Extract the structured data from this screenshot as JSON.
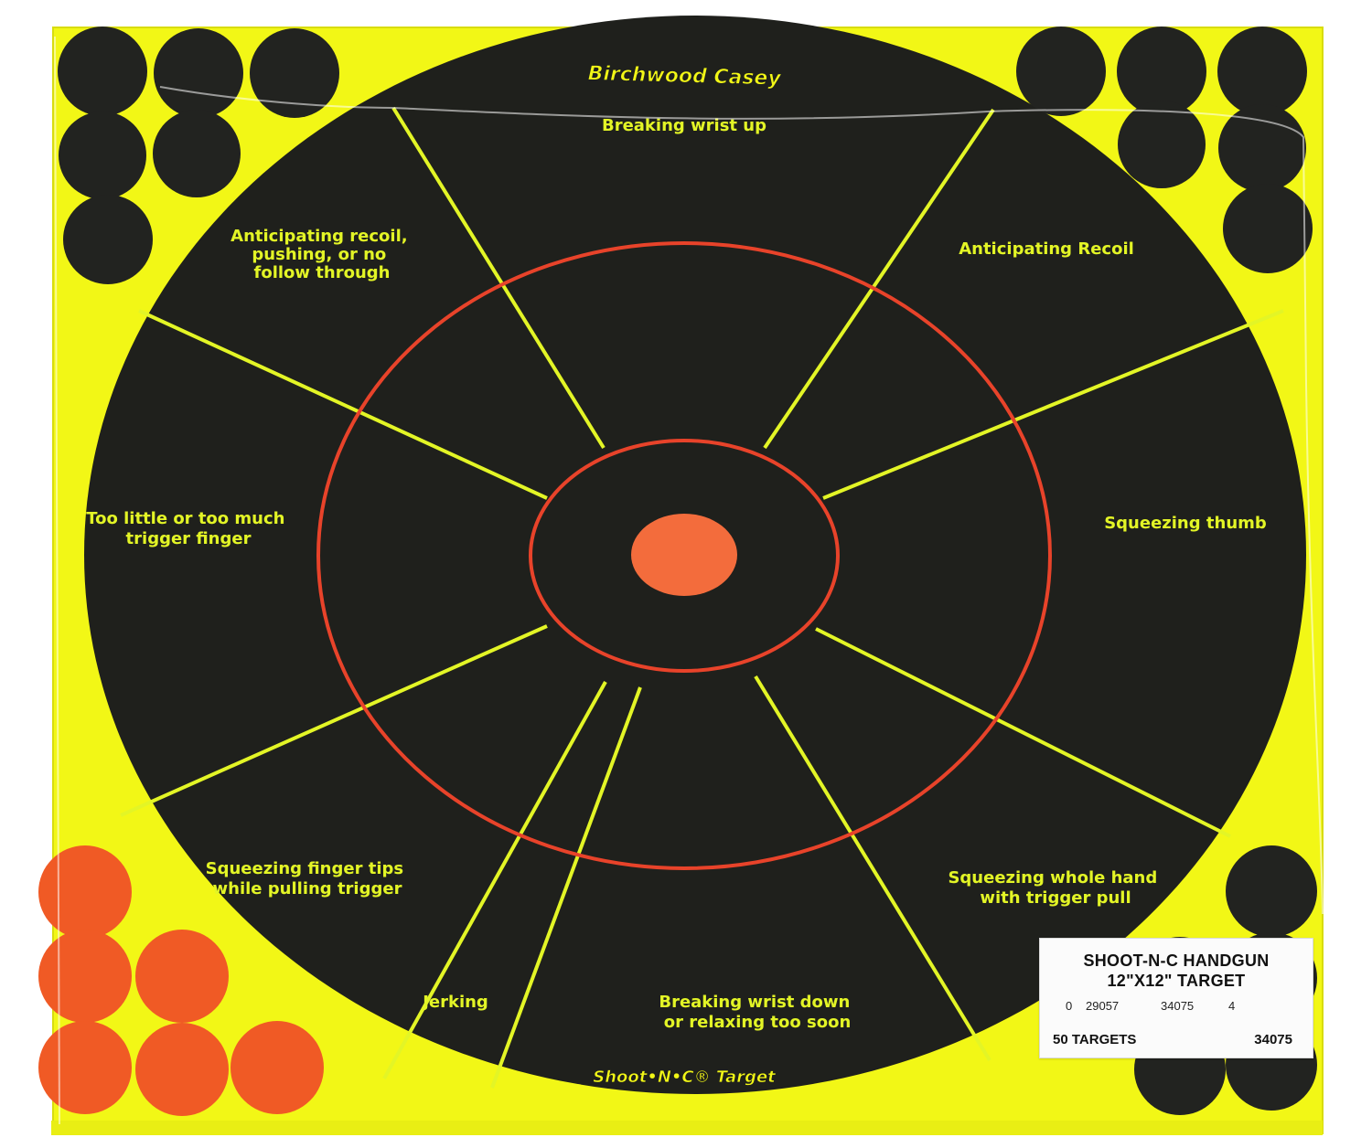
{
  "brand_top": "Birchwood Casey",
  "brand_bottom": "Shoot•N•C® Target",
  "segment_labels": {
    "breaking_wrist_up": [
      "Breaking wrist up"
    ],
    "anticipating_recoil": [
      "Anticipating Recoil"
    ],
    "squeezing_thumb": [
      "Squeezing thumb"
    ],
    "squeezing_whole_hand": [
      "Squeezing whole hand",
      "with trigger pull"
    ],
    "breaking_wrist_down": [
      "Breaking wrist down",
      "or relaxing too soon"
    ],
    "jerking": [
      "Jerking"
    ],
    "squeezing_finger_tips": [
      "Squeezing finger tips",
      "while pulling trigger"
    ],
    "too_little_too_much": [
      "Too little or too much",
      "trigger finger"
    ],
    "anticipating_recoil_pushing": [
      "Anticipating recoil,",
      "pushing, or no",
      "follow through"
    ]
  },
  "package_label": {
    "line1": "SHOOT-N-C HANDGUN",
    "line2": "12\"X12\" TARGET",
    "barcode_digits": [
      "0",
      "29057",
      "34075",
      "4"
    ],
    "count": "50 TARGETS",
    "code": "34075"
  },
  "colors": {
    "background": "#f2f716",
    "target_black": "#1f201c",
    "divider_yellow": "#e3f526",
    "ring_red": "#e8432a",
    "bullseye_orange": "#f36c3c",
    "pasters_orange": "#f05a25",
    "pasters_black": "#222320",
    "sticker_white": "#fbfbfb"
  }
}
